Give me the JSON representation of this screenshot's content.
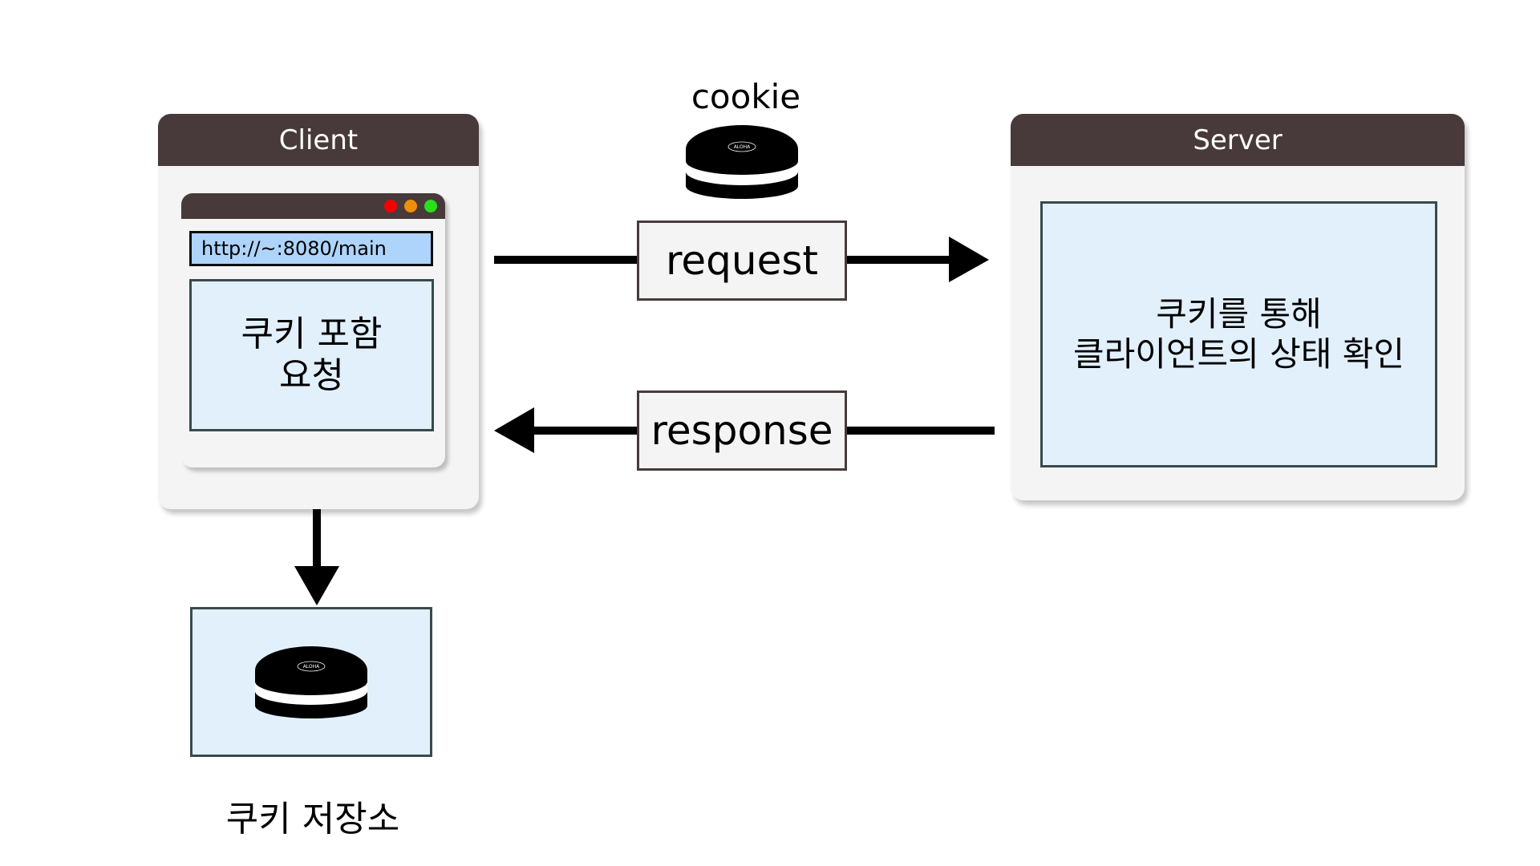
{
  "client": {
    "title": "Client",
    "browser": {
      "url": "http://~:8080/main",
      "window_controls": [
        "close-dot-red",
        "minimize-dot-orange",
        "maximize-dot-green"
      ],
      "content_text": "쿠키 포함\n요청"
    }
  },
  "server": {
    "title": "Server",
    "content_text": "쿠키를 통해\n클라이언트의 상태 확인"
  },
  "cookie": {
    "label": "cookie",
    "icon_text": "ALOHA"
  },
  "messages": {
    "request": "request",
    "response": "response"
  },
  "storage": {
    "label": "쿠키 저장소",
    "icon_text": "ALOHA"
  },
  "colors": {
    "header_bg": "#483a3a",
    "window_bg": "#f4f4f4",
    "content_bg": "#e2f0fc",
    "url_bar_bg": "#aed4fb",
    "dot_red": "#f70000",
    "dot_orange": "#ee8f0a",
    "dot_green": "#29e01c"
  }
}
